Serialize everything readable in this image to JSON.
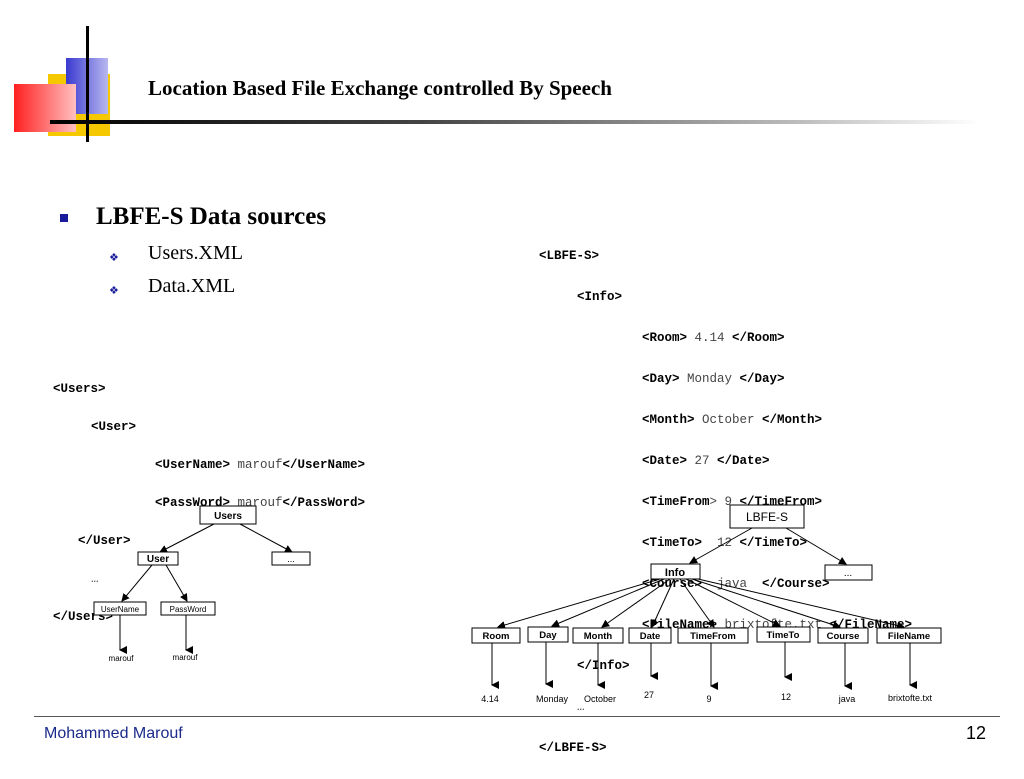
{
  "slide": {
    "title": "Location Based File Exchange controlled By Speech",
    "heading": "LBFE-S Data sources",
    "bullets": [
      "Users.XML",
      "Data.XML"
    ],
    "footer_author": "Mohammed Marouf",
    "page_number": "12",
    "colors": {
      "accent_blue": "#1a1a9c",
      "deco_red": "#ff3030",
      "deco_yellow": "#f5c800",
      "deco_blue": "#4040d0"
    }
  },
  "users_xml": {
    "l1": "<Users>",
    "l2": "<User>",
    "l3_tag": "<UserName>",
    "l3_val": " marouf",
    "l3_end": "</UserName>",
    "l4_tag": "<PassWord>",
    "l4_val": " marouf",
    "l4_end": "</PassWord>",
    "l5": "</User>",
    "l6": "…",
    "l7": "</Users>"
  },
  "data_xml": {
    "l1": "<LBFE-S>",
    "l2": "<Info>",
    "room_tag": "<Room>",
    "room_val": " 4.14 ",
    "room_end": "</Room>",
    "day_tag": "<Day>",
    "day_val": " Monday ",
    "day_end": "</Day>",
    "month_tag": "<Month>",
    "month_val": " October ",
    "month_end": "</Month>",
    "date_tag": "<Date>",
    "date_val": " 27 ",
    "date_end": "</Date>",
    "timefrom_tag": "<TimeFrom",
    "timefrom_val": "> 9 ",
    "timefrom_end": "</TimeFrom>",
    "timeto_tag": "<TimeTo>",
    "timeto_val": "  12 ",
    "timeto_end": "</TimeTo>",
    "course_tag": "<Course>",
    "course_val": "  java  ",
    "course_end": "</Course>",
    "file_tag": "<FileName>",
    "file_val": " brixtofte.txt ",
    "file_end": "</FileName>",
    "l11": "</Info>",
    "l12": "…",
    "l13": "</LBFE-S>"
  },
  "users_tree": {
    "root": "Users",
    "child": "User",
    "sibling": "...",
    "leaves": [
      "UserName",
      "PassWord"
    ],
    "values": [
      "marouf",
      "marouf"
    ]
  },
  "lbfe_tree": {
    "root": "LBFE-S",
    "child": "Info",
    "sibling": "...",
    "leaves": [
      "Room",
      "Day",
      "Month",
      "Date",
      "TimeFrom",
      "TimeTo",
      "Course",
      "FileName"
    ],
    "values": [
      "4.14",
      "Monday",
      "October",
      "27",
      "9",
      "12",
      "java",
      "brixtofte.txt"
    ]
  }
}
